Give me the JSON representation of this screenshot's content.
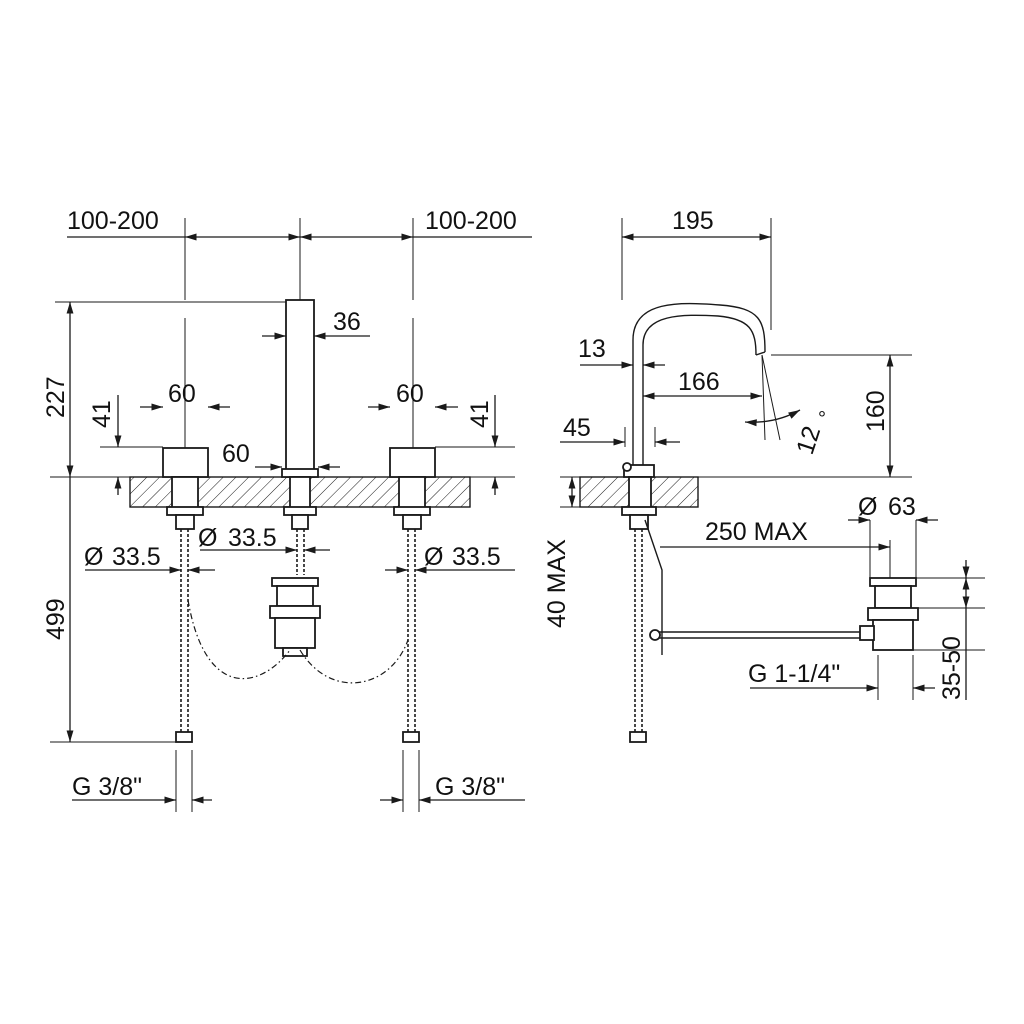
{
  "front_view": {
    "spacing_left": "100-200",
    "spacing_right": "100-200",
    "spout_width": "36",
    "height_total": "227",
    "handle_height_left": "41",
    "handle_height_right": "41",
    "handle_width_left": "60",
    "handle_width_right": "60",
    "spout_base_width": "60",
    "hole_left": "33.5",
    "hole_center": "33.5",
    "hole_right": "33.5",
    "under_length": "499",
    "thread_left": "G 3/8\"",
    "thread_right": "G 3/8\""
  },
  "side_view": {
    "reach": "195",
    "spout_tube": "13",
    "spout_outlet": "166",
    "base_depth": "45",
    "angle_value": "12",
    "degree_mark": "°",
    "outlet_height": "160",
    "drain_diameter": "63",
    "rod_length": "250 MAX",
    "deck_thickness": "40 MAX",
    "drain_thread": "G 1-1/4\"",
    "drain_adjust": "35-50"
  },
  "symbols": {
    "diameter": "Ø"
  }
}
